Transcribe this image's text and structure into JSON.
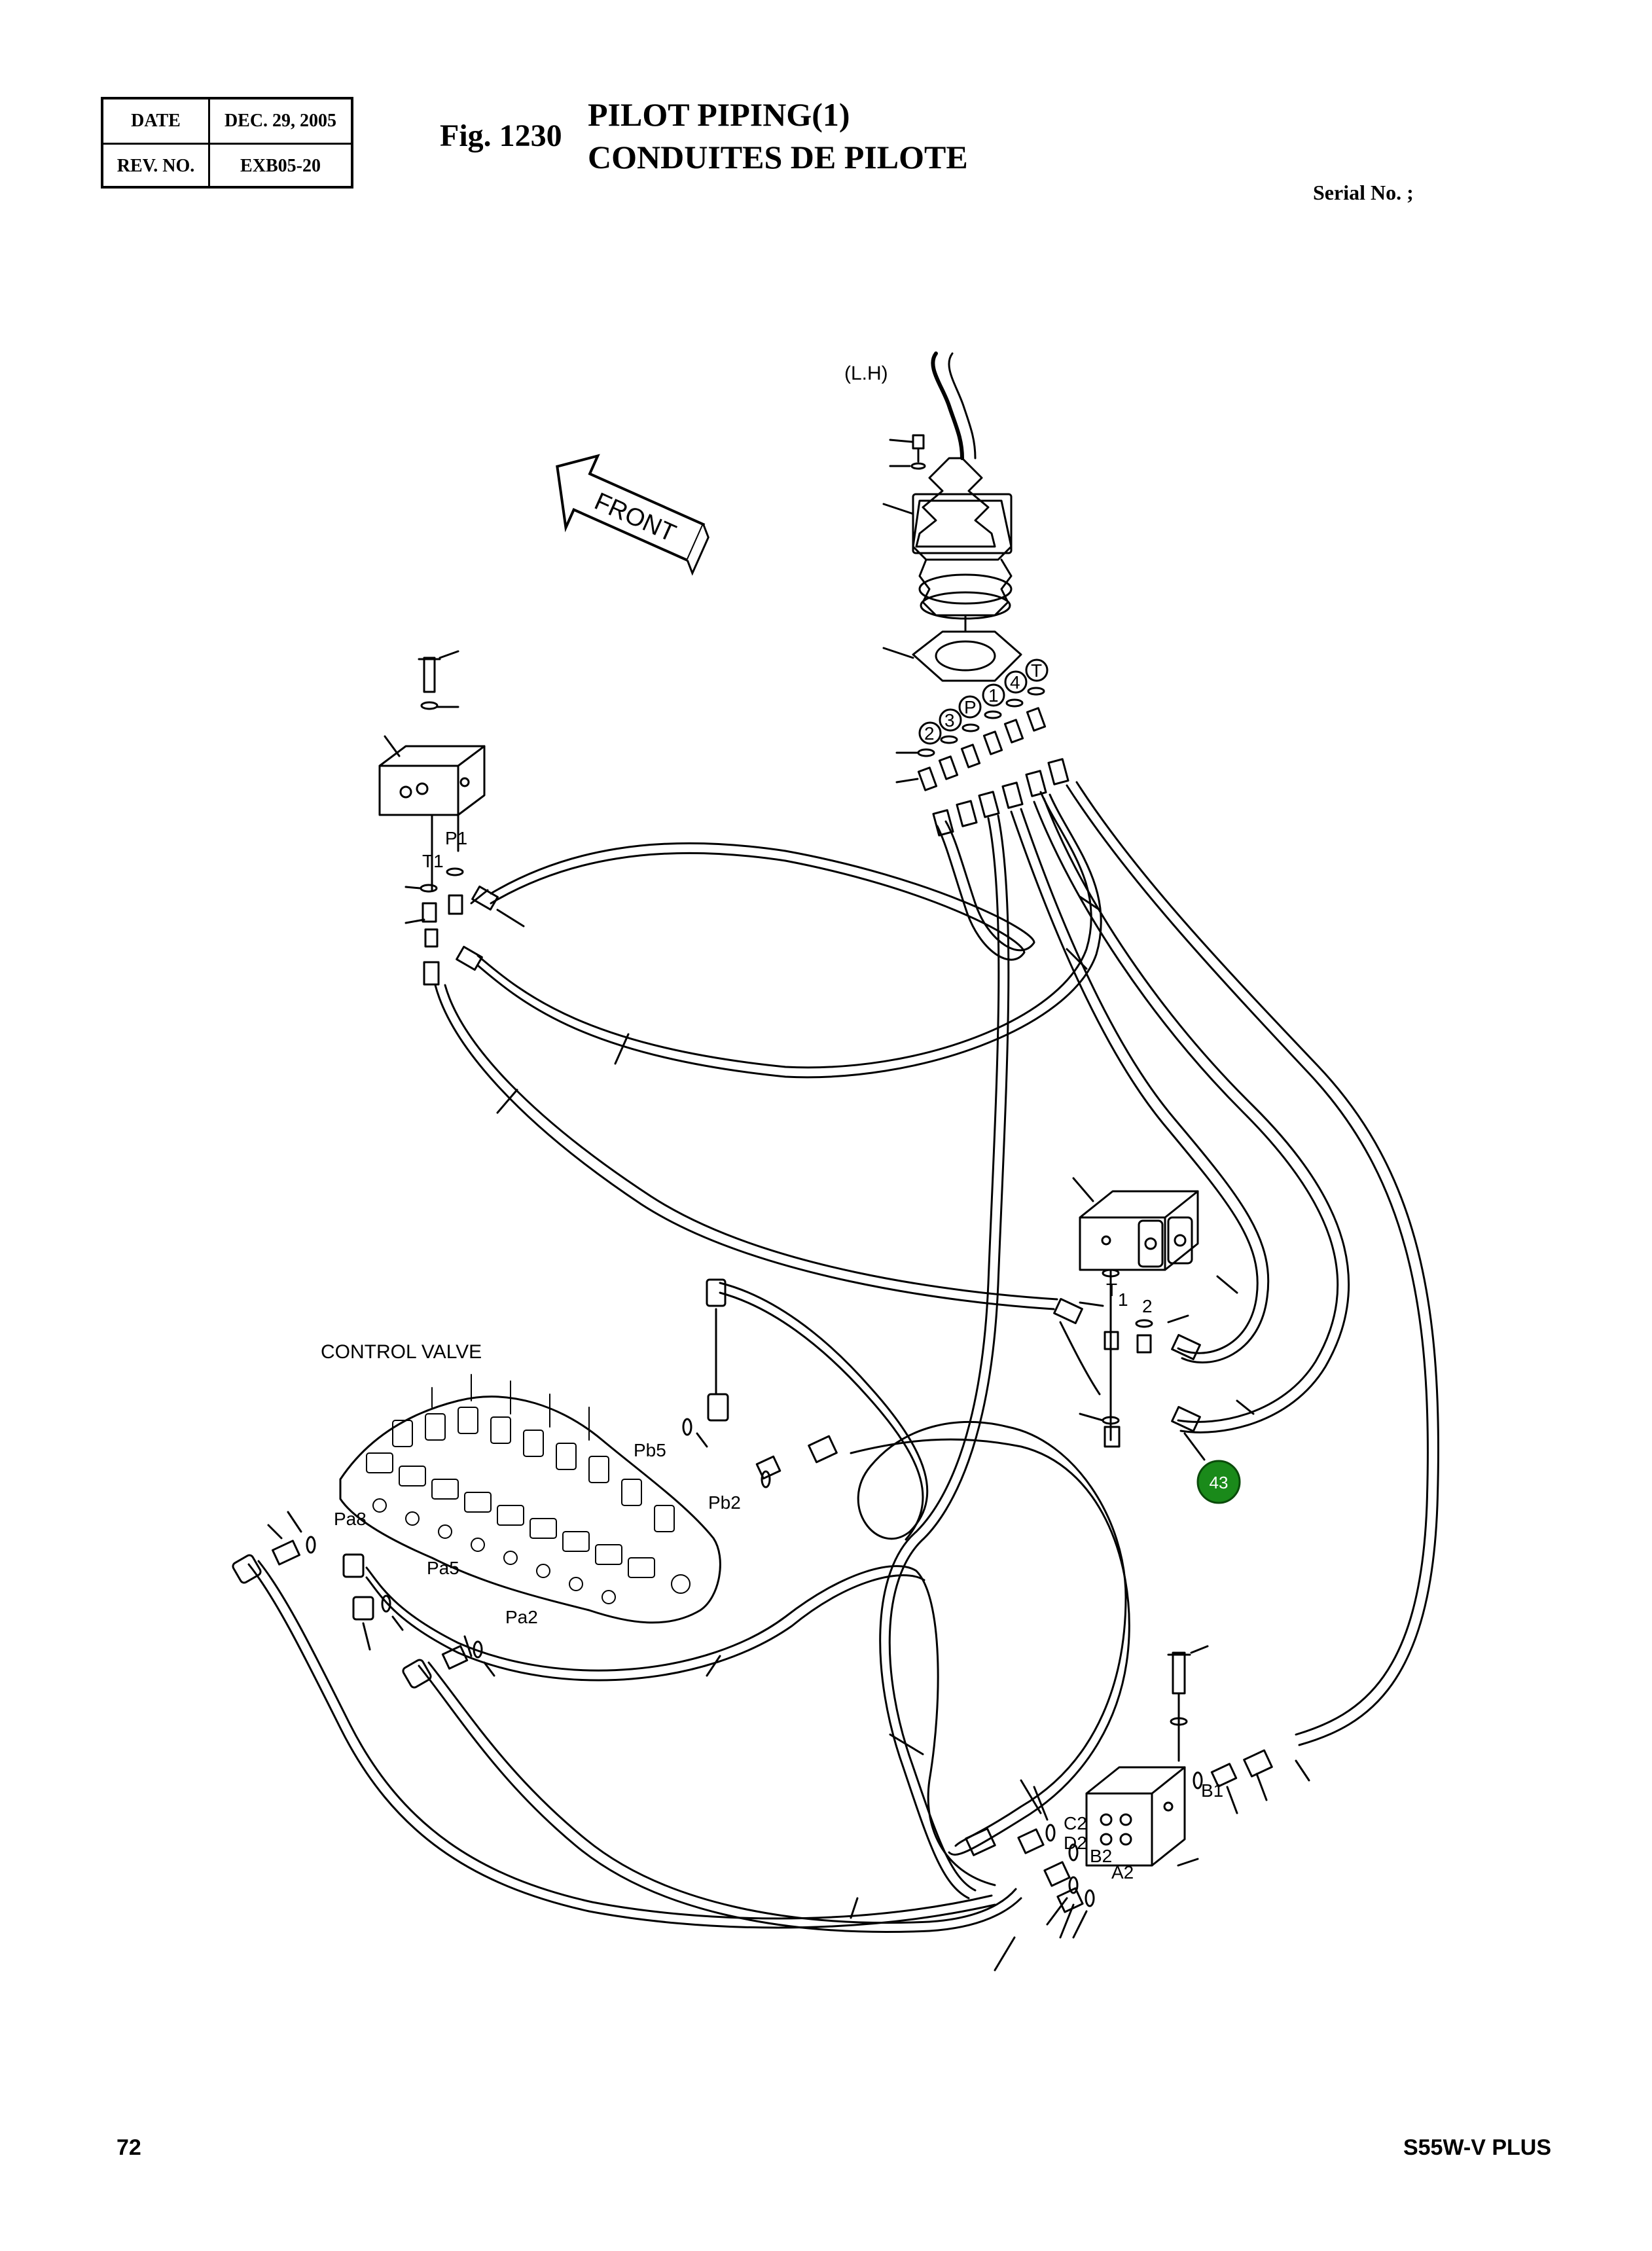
{
  "header": {
    "date_label": "DATE",
    "date_value": "DEC. 29, 2005",
    "rev_label": "REV. NO.",
    "rev_value": "EXB05-20"
  },
  "figure": {
    "number": "Fig. 1230",
    "title_en": "PILOT PIPING(1)",
    "title_fr": "CONDUITES DE PILOTE"
  },
  "serial_no": "Serial No. ;",
  "footer": {
    "page_number": "72",
    "model": "S55W-V PLUS"
  },
  "diagram": {
    "orientation_label": "(L.H)",
    "front_arrow_label": "FRONT",
    "control_valve_label": "CONTROL VALVE",
    "port_labels": {
      "joystick_2": "2",
      "joystick_3": "3",
      "joystick_P": "P",
      "joystick_1": "1",
      "joystick_4": "4",
      "joystick_T": "T",
      "block_P1": "P1",
      "block_T1": "T1",
      "switch_T1": "T",
      "switch_1": "1",
      "switch_2": "2",
      "valve_Pb5": "Pb5",
      "valve_Pb2": "Pb2",
      "valve_Pa8": "Pa8",
      "valve_Pa5": "Pa5",
      "valve_Pa2": "Pa2",
      "manifold_B1": "B1",
      "manifold_C2": "C2",
      "manifold_D2": "D2",
      "manifold_B2": "B2",
      "manifold_A2": "A2"
    },
    "callout_number": "43",
    "callout_color": "#1a8a1a"
  }
}
